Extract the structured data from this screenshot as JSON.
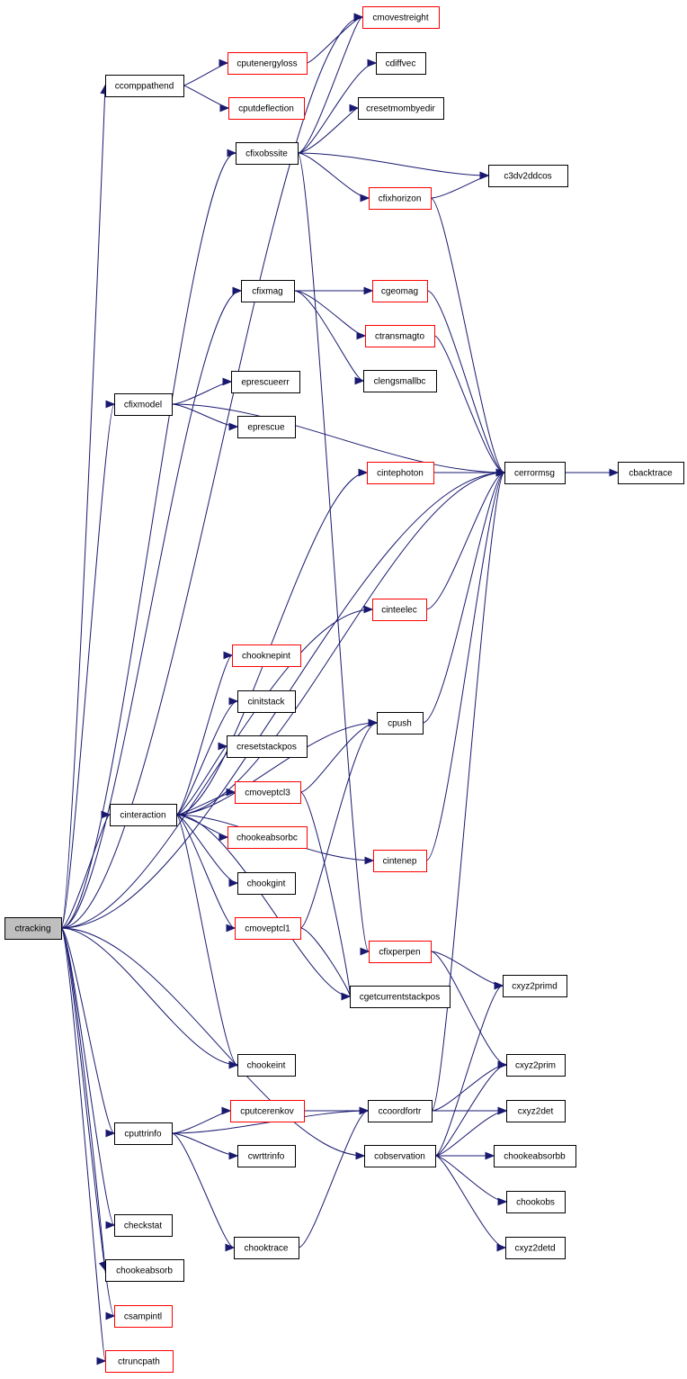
{
  "graph": {
    "nodes": [
      {
        "id": "ctracking",
        "label": "ctracking",
        "style": "root"
      },
      {
        "id": "ccomppathend",
        "label": "ccomppathend",
        "style": "black"
      },
      {
        "id": "cmovestreight",
        "label": "cmovestreight",
        "style": "red"
      },
      {
        "id": "cputenergyloss",
        "label": "cputenergyloss",
        "style": "red"
      },
      {
        "id": "cputdeflection",
        "label": "cputdeflection",
        "style": "red"
      },
      {
        "id": "cdiffvec",
        "label": "cdiffvec",
        "style": "black"
      },
      {
        "id": "cresetmombyedir",
        "label": "cresetmombyedir",
        "style": "black"
      },
      {
        "id": "cfixobssite",
        "label": "cfixobssite",
        "style": "black"
      },
      {
        "id": "c3dv2ddcos",
        "label": "c3dv2ddcos",
        "style": "black"
      },
      {
        "id": "cfixhorizon",
        "label": "cfixhorizon",
        "style": "red"
      },
      {
        "id": "cfixmag",
        "label": "cfixmag",
        "style": "black"
      },
      {
        "id": "cgeomag",
        "label": "cgeomag",
        "style": "red"
      },
      {
        "id": "ctransmagto",
        "label": "ctransmagto",
        "style": "red"
      },
      {
        "id": "clengsmallbc",
        "label": "clengsmallbc",
        "style": "black"
      },
      {
        "id": "cfixmodel",
        "label": "cfixmodel",
        "style": "black"
      },
      {
        "id": "eprescueerr",
        "label": "eprescueerr",
        "style": "black"
      },
      {
        "id": "eprescue",
        "label": "eprescue",
        "style": "black"
      },
      {
        "id": "cerrormsg",
        "label": "cerrormsg",
        "style": "black"
      },
      {
        "id": "cbacktrace",
        "label": "cbacktrace",
        "style": "black"
      },
      {
        "id": "cintephoton",
        "label": "cintephoton",
        "style": "red"
      },
      {
        "id": "cinteelec",
        "label": "cinteelec",
        "style": "red"
      },
      {
        "id": "chooknepint",
        "label": "chooknepint",
        "style": "red"
      },
      {
        "id": "cinitstack",
        "label": "cinitstack",
        "style": "black"
      },
      {
        "id": "cpush",
        "label": "cpush",
        "style": "black"
      },
      {
        "id": "cresetstackpos",
        "label": "cresetstackpos",
        "style": "black"
      },
      {
        "id": "cinteraction",
        "label": "cinteraction",
        "style": "black"
      },
      {
        "id": "cmoveptcl3",
        "label": "cmoveptcl3",
        "style": "red"
      },
      {
        "id": "chookeabsorbc",
        "label": "chookeabsorbc",
        "style": "red"
      },
      {
        "id": "cintenep",
        "label": "cintenep",
        "style": "red"
      },
      {
        "id": "chookgint",
        "label": "chookgint",
        "style": "black"
      },
      {
        "id": "cmoveptcl1",
        "label": "cmoveptcl1",
        "style": "red"
      },
      {
        "id": "cfixperpen",
        "label": "cfixperpen",
        "style": "red"
      },
      {
        "id": "cxyz2primd",
        "label": "cxyz2primd",
        "style": "black"
      },
      {
        "id": "cgetcurrentstackpos",
        "label": "cgetcurrentstackpos",
        "style": "black"
      },
      {
        "id": "chookeint",
        "label": "chookeint",
        "style": "black"
      },
      {
        "id": "cxyz2prim",
        "label": "cxyz2prim",
        "style": "black"
      },
      {
        "id": "cputcerenkov",
        "label": "cputcerenkov",
        "style": "red"
      },
      {
        "id": "ccoordfortr",
        "label": "ccoordfortr",
        "style": "black"
      },
      {
        "id": "cxyz2det",
        "label": "cxyz2det",
        "style": "black"
      },
      {
        "id": "cputtrinfo",
        "label": "cputtrinfo",
        "style": "black"
      },
      {
        "id": "cwrttrinfo",
        "label": "cwrttrinfo",
        "style": "black"
      },
      {
        "id": "cobservation",
        "label": "cobservation",
        "style": "black"
      },
      {
        "id": "chookeabsorbb",
        "label": "chookeabsorbb",
        "style": "black"
      },
      {
        "id": "chookobs",
        "label": "chookobs",
        "style": "black"
      },
      {
        "id": "checkstat",
        "label": "checkstat",
        "style": "black"
      },
      {
        "id": "chooktrace",
        "label": "chooktrace",
        "style": "black"
      },
      {
        "id": "cxyz2detd",
        "label": "cxyz2detd",
        "style": "black"
      },
      {
        "id": "chookeabsorb",
        "label": "chookeabsorb",
        "style": "black"
      },
      {
        "id": "csampintl",
        "label": "csampintl",
        "style": "red"
      },
      {
        "id": "ctruncpath",
        "label": "ctruncpath",
        "style": "red"
      }
    ],
    "edges": [
      [
        "ctracking",
        "ccomppathend"
      ],
      [
        "ctracking",
        "cmovestreight"
      ],
      [
        "ctracking",
        "cfixobssite"
      ],
      [
        "ctracking",
        "cerrormsg"
      ],
      [
        "ctracking",
        "cfixmag"
      ],
      [
        "ctracking",
        "cfixmodel"
      ],
      [
        "ctracking",
        "cinteelec"
      ],
      [
        "ctracking",
        "cinteraction"
      ],
      [
        "ctracking",
        "chookeint"
      ],
      [
        "ctracking",
        "cputtrinfo"
      ],
      [
        "ctracking",
        "cobservation"
      ],
      [
        "ctracking",
        "checkstat"
      ],
      [
        "ctracking",
        "chookeabsorb"
      ],
      [
        "ctracking",
        "csampintl"
      ],
      [
        "ctracking",
        "ctruncpath"
      ],
      [
        "ccomppathend",
        "cputenergyloss"
      ],
      [
        "ccomppathend",
        "cputdeflection"
      ],
      [
        "cputenergyloss",
        "cmovestreight"
      ],
      [
        "cfixobssite",
        "cmovestreight"
      ],
      [
        "cfixobssite",
        "cdiffvec"
      ],
      [
        "cfixobssite",
        "cresetmombyedir"
      ],
      [
        "cfixobssite",
        "c3dv2ddcos"
      ],
      [
        "cfixobssite",
        "cfixhorizon"
      ],
      [
        "cfixobssite",
        "cfixperpen"
      ],
      [
        "cfixhorizon",
        "c3dv2ddcos"
      ],
      [
        "cfixhorizon",
        "cerrormsg"
      ],
      [
        "cfixmag",
        "cgeomag"
      ],
      [
        "cfixmag",
        "ctransmagto"
      ],
      [
        "cfixmag",
        "clengsmallbc"
      ],
      [
        "cgeomag",
        "cerrormsg"
      ],
      [
        "ctransmagto",
        "cerrormsg"
      ],
      [
        "cfixmodel",
        "eprescueerr"
      ],
      [
        "cfixmodel",
        "eprescue"
      ],
      [
        "cfixmodel",
        "cerrormsg"
      ],
      [
        "cerrormsg",
        "cbacktrace"
      ],
      [
        "cintephoton",
        "cerrormsg"
      ],
      [
        "cinteelec",
        "cerrormsg"
      ],
      [
        "cpush",
        "cerrormsg"
      ],
      [
        "cintenep",
        "cerrormsg"
      ],
      [
        "ccoordfortr",
        "cerrormsg"
      ],
      [
        "cinteraction",
        "cintephoton"
      ],
      [
        "cinteraction",
        "cerrormsg"
      ],
      [
        "cinteraction",
        "chooknepint"
      ],
      [
        "cinteraction",
        "cinitstack"
      ],
      [
        "cinteraction",
        "cpush"
      ],
      [
        "cinteraction",
        "cresetstackpos"
      ],
      [
        "cinteraction",
        "cmoveptcl3"
      ],
      [
        "cinteraction",
        "chookeabsorbc"
      ],
      [
        "cinteraction",
        "chookgint"
      ],
      [
        "cinteraction",
        "cmoveptcl1"
      ],
      [
        "cinteraction",
        "cintenep"
      ],
      [
        "cinteraction",
        "cgetcurrentstackpos"
      ],
      [
        "cinteraction",
        "chookeint"
      ],
      [
        "cmoveptcl3",
        "cpush"
      ],
      [
        "cmoveptcl3",
        "cgetcurrentstackpos"
      ],
      [
        "cmoveptcl1",
        "cpush"
      ],
      [
        "cmoveptcl1",
        "cgetcurrentstackpos"
      ],
      [
        "cfixperpen",
        "cxyz2primd"
      ],
      [
        "cfixperpen",
        "cxyz2prim"
      ],
      [
        "cputtrinfo",
        "cputcerenkov"
      ],
      [
        "cputtrinfo",
        "cwrttrinfo"
      ],
      [
        "cputtrinfo",
        "ccoordfortr"
      ],
      [
        "cputtrinfo",
        "chooktrace"
      ],
      [
        "cputcerenkov",
        "ccoordfortr"
      ],
      [
        "ccoordfortr",
        "cxyz2prim"
      ],
      [
        "ccoordfortr",
        "cxyz2det"
      ],
      [
        "chooktrace",
        "ccoordfortr"
      ],
      [
        "cobservation",
        "cxyz2primd"
      ],
      [
        "cobservation",
        "cxyz2prim"
      ],
      [
        "cobservation",
        "cxyz2det"
      ],
      [
        "cobservation",
        "chookeabsorbb"
      ],
      [
        "cobservation",
        "chookobs"
      ],
      [
        "cobservation",
        "cxyz2detd"
      ]
    ]
  }
}
